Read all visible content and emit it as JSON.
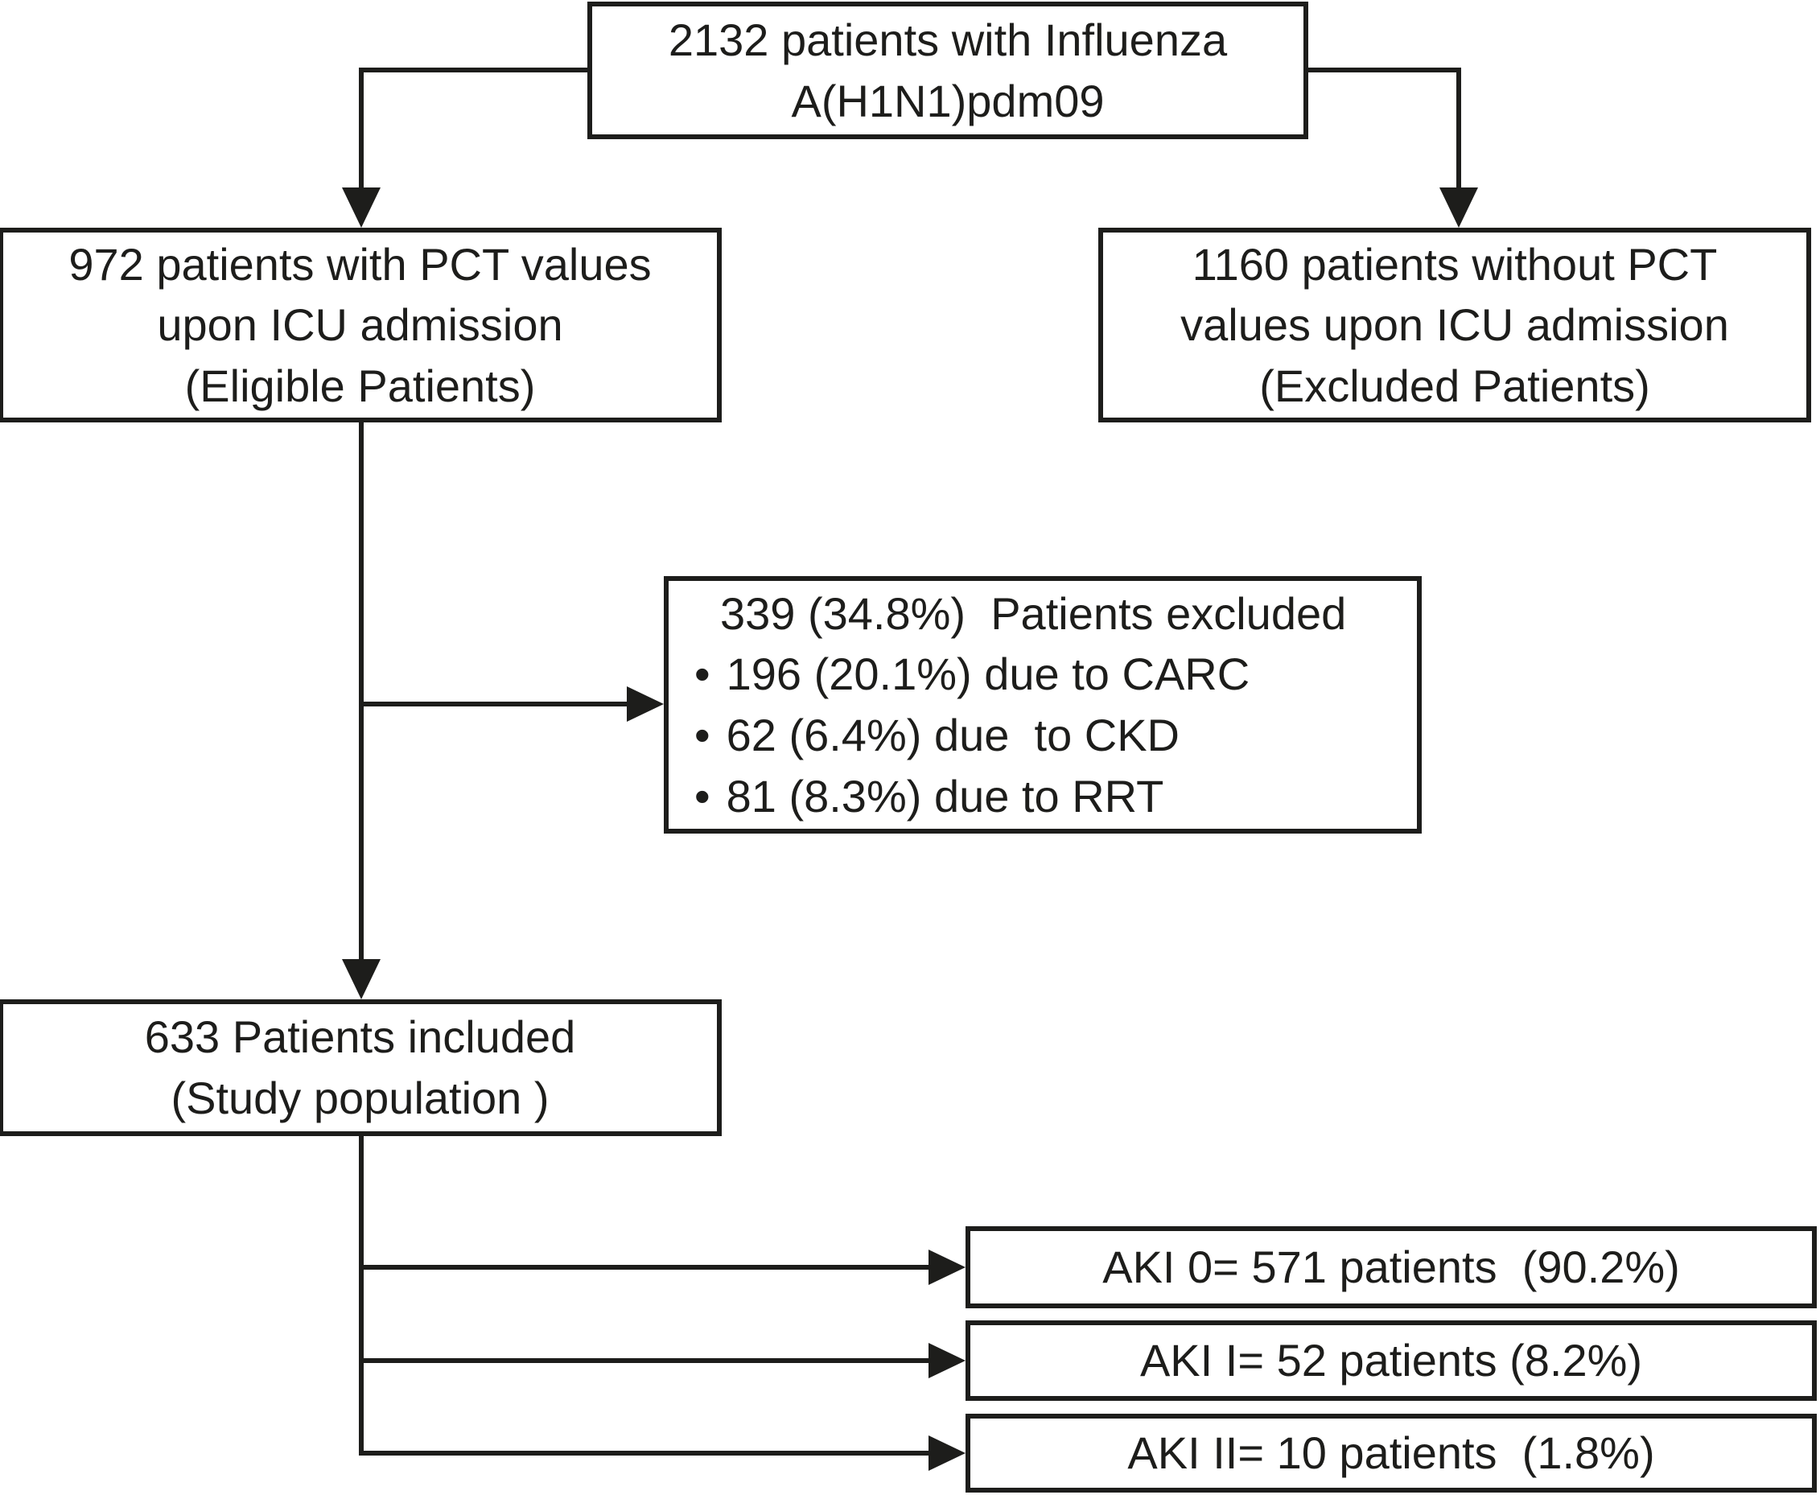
{
  "figure": {
    "background_color": "#ffffff",
    "ink_color": "#1d1d1b",
    "boxes": {
      "total": {
        "lines": [
          "2132 patients with Influenza",
          "A(H1N1)pdm09"
        ]
      },
      "eligible": {
        "lines": [
          "972 patients with PCT values",
          "upon ICU admission",
          "(Eligible Patients)"
        ]
      },
      "no_pct": {
        "lines": [
          "1160 patients without PCT",
          "values upon ICU admission",
          "(Excluded Patients)"
        ]
      },
      "exclusion_reasons": {
        "title": "339 (34.8%)  Patients excluded",
        "bullet_glyph": "•",
        "bullets": [
          "196 (20.1%) due to CARC",
          "62 (6.4%) due  to CKD",
          "81 (8.3%) due to RRT"
        ]
      },
      "included": {
        "lines": [
          "633 Patients included",
          "(Study population )"
        ]
      },
      "aki_groups": [
        {
          "label": "AKI 0= 571 patients  (90.2%)"
        },
        {
          "label": "AKI I= 52 patients (8.2%)"
        },
        {
          "label": "AKI II= 10 patients  (1.8%)"
        }
      ]
    }
  }
}
